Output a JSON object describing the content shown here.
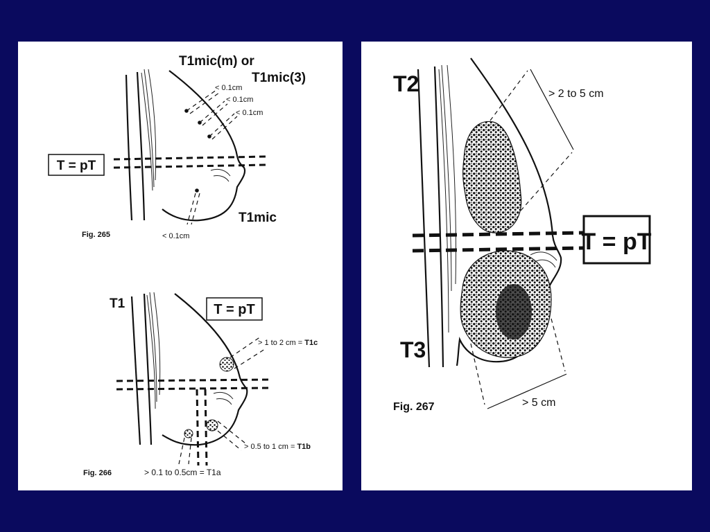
{
  "colors": {
    "background": "#0a0a5e",
    "panel": "#ffffff",
    "ink": "#111111"
  },
  "fig265": {
    "caption": "Fig. 265",
    "title_line1": "T1mic(m) or",
    "title_line2": "T1mic(3)",
    "size1": "< 0.1cm",
    "size2": "< 0.1cm",
    "size3": "< 0.1cm",
    "size_bottom": "< 0.1cm",
    "box_label": "T = pT",
    "label_bottom": "T1mic"
  },
  "fig266": {
    "caption": "Fig. 266",
    "stage_label": "T1",
    "box_label": "T = pT",
    "t1c_range": "> 1 to 2 cm =",
    "t1c_code": "T1c",
    "t1b_range": "> 0.5 to 1 cm =",
    "t1b_code": "T1b",
    "t1a_label": "> 0.1 to 0.5cm = T1a"
  },
  "fig267": {
    "caption": "Fig. 267",
    "t2_label": "T2",
    "t2_size": "> 2 to 5 cm",
    "box_label": "T = pT",
    "t3_label": "T3",
    "t3_size": "> 5 cm"
  }
}
